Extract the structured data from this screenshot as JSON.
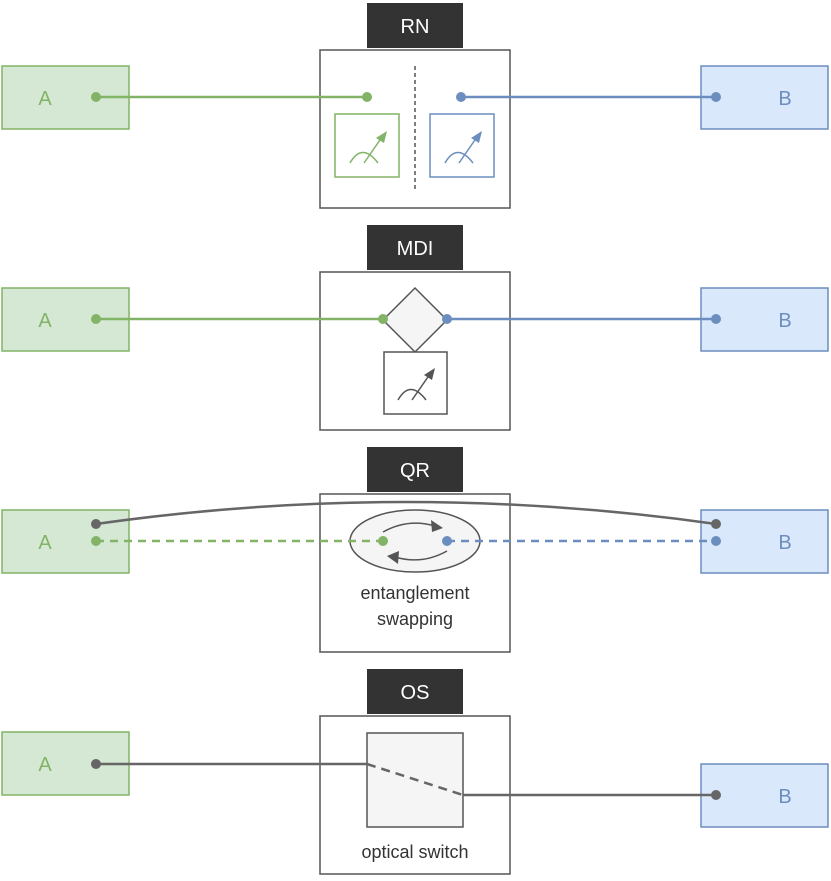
{
  "colors": {
    "green": "#82b366",
    "green_fill": "#d5e8d4",
    "blue": "#6c8ebf",
    "blue_fill": "#dae8fc",
    "dark": "#666666",
    "title_bg": "#333333",
    "title_fg": "#ffffff",
    "box_stroke": "#555555",
    "component_fill": "#f5f5f5"
  },
  "icons": [
    "detector-icon",
    "beam-splitter-icon",
    "swap-cycle-icon",
    "switch-icon"
  ],
  "rows": [
    {
      "title": "RN",
      "left_label": "A",
      "right_label": "B",
      "caption": ""
    },
    {
      "title": "MDI",
      "left_label": "A",
      "right_label": "B",
      "caption": ""
    },
    {
      "title": "QR",
      "left_label": "A",
      "right_label": "B",
      "caption_lines": [
        "entanglement",
        "swapping"
      ]
    },
    {
      "title": "OS",
      "left_label": "A",
      "right_label": "B",
      "caption": "optical switch"
    }
  ]
}
